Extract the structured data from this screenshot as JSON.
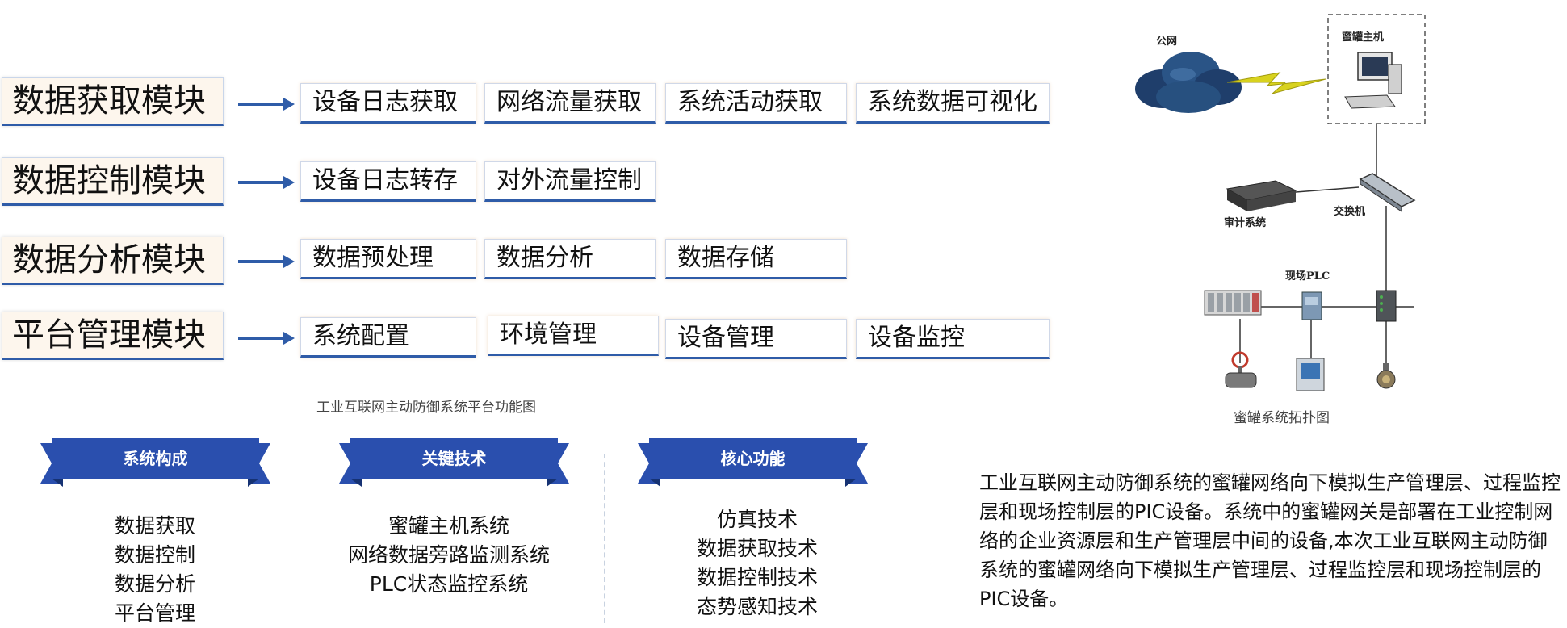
{
  "modules": [
    {
      "label": "数据获取模块",
      "items": [
        "设备日志获取",
        "网络流量获取",
        "系统活动获取",
        "系统数据可视化"
      ]
    },
    {
      "label": "数据控制模块",
      "items": [
        "设备日志转存",
        "对外流量控制"
      ]
    },
    {
      "label": "数据分析模块",
      "items": [
        "数据预处理",
        "数据分析",
        "数据存储"
      ]
    },
    {
      "label": "平台管理模块",
      "items": [
        "系统配置",
        "环境管理",
        "设备管理",
        "设备监控"
      ]
    }
  ],
  "platform_caption": "工业互联网主动防御系统平台功能图",
  "topology": {
    "public_net": "公网",
    "honeypot_host": "蜜罐主机",
    "audit_system": "审计系统",
    "switch": "交换机",
    "field_plc": "现场PLC",
    "caption": "蜜罐系统拓扑图"
  },
  "columns": [
    {
      "title": "系统构成",
      "items": [
        "数据获取",
        "数据控制",
        "数据分析",
        "平台管理"
      ]
    },
    {
      "title": "关键技术",
      "items": [
        "蜜罐主机系统",
        "网络数据旁路监测系统",
        "PLC状态监控系统"
      ]
    },
    {
      "title": "核心功能",
      "items": [
        "仿真技术",
        "数据获取技术",
        "数据控制技术",
        "态势感知技术"
      ]
    }
  ],
  "description": "工业互联网主动防御系统的蜜罐网络向下模拟生产管理层、过程监控层和现场控制层的PIC设备。系统中的蜜罐网关是部署在工业控制网络的企业资源层和生产管理层中间的设备,本次工业互联网主动防御系统的蜜罐网络向下模拟生产管理层、过程监控层和现场控制层的PIC设备。",
  "colors": {
    "accent": "#2f5ca8",
    "banner": "#2a4fae",
    "arrow": "#2f5ca8"
  }
}
